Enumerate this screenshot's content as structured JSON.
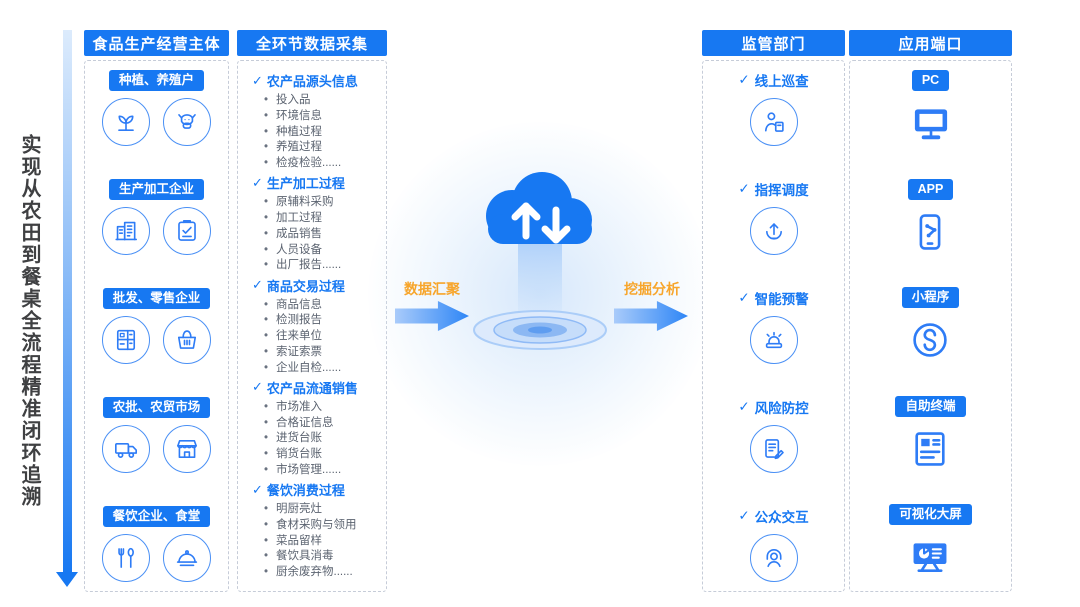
{
  "page": {
    "slogan": "实现从农田到餐桌全流程精准闭环追溯"
  },
  "glyphs": {
    "check": "✓"
  },
  "colors": {
    "primary_blue": "#1778f2",
    "icon_blue": "#2e7cf6",
    "accent_orange": "#f7a52b"
  },
  "center": {
    "cloud_icon": "cloud-data-exchange-icon",
    "left_flow_label": "数据汇聚",
    "right_flow_label": "挖掘分析"
  },
  "producers": {
    "header": "食品生产经营主体",
    "items": [
      {
        "label": "种植、养殖户",
        "icons": [
          "sprout-icon",
          "cow-icon"
        ]
      },
      {
        "label": "生产加工企业",
        "icons": [
          "factory-icon",
          "checklist-icon"
        ]
      },
      {
        "label": "批发、零售企业",
        "icons": [
          "shelf-icon",
          "basket-icon"
        ]
      },
      {
        "label": "农批、农贸市场",
        "icons": [
          "truck-icon",
          "storefront-icon"
        ]
      },
      {
        "label": "餐饮企业、食堂",
        "icons": [
          "cutlery-icon",
          "cloche-icon"
        ]
      }
    ]
  },
  "data_collection": {
    "header": "全环节数据采集",
    "groups": [
      {
        "title": "农产品源头信息",
        "items": [
          "投入品",
          "环境信息",
          "种植过程",
          "养殖过程",
          "检疫检验......"
        ]
      },
      {
        "title": "生产加工过程",
        "items": [
          "原辅料采购",
          "加工过程",
          "成品销售",
          "人员设备",
          "出厂报告......"
        ]
      },
      {
        "title": "商品交易过程",
        "items": [
          "商品信息",
          "检测报告",
          "往来单位",
          "索证索票",
          "企业自检......"
        ]
      },
      {
        "title": "农产品流通销售",
        "items": [
          "市场准入",
          "合格证信息",
          "进货台账",
          "销货台账",
          "市场管理......"
        ]
      },
      {
        "title": "餐饮消费过程",
        "items": [
          "明厨亮灶",
          "食材采购与领用",
          "菜品留样",
          "餐饮具消毒",
          "厨余废弃物......"
        ]
      }
    ]
  },
  "regulator": {
    "header": "监管部门",
    "items": [
      {
        "label": "线上巡查",
        "icon": "online-inspection-icon"
      },
      {
        "label": "指挥调度",
        "icon": "dispatch-icon"
      },
      {
        "label": "智能预警",
        "icon": "alarm-icon"
      },
      {
        "label": "风险防控",
        "icon": "risk-control-icon"
      },
      {
        "label": "公众交互",
        "icon": "public-interaction-icon"
      }
    ]
  },
  "applications": {
    "header": "应用端口",
    "items": [
      {
        "label": "PC",
        "icon": "pc-monitor-icon"
      },
      {
        "label": "APP",
        "icon": "mobile-app-icon"
      },
      {
        "label": "小程序",
        "icon": "miniprogram-icon"
      },
      {
        "label": "自助终端",
        "icon": "kiosk-icon"
      },
      {
        "label": "可视化大屏",
        "icon": "bigscreen-icon"
      }
    ]
  }
}
